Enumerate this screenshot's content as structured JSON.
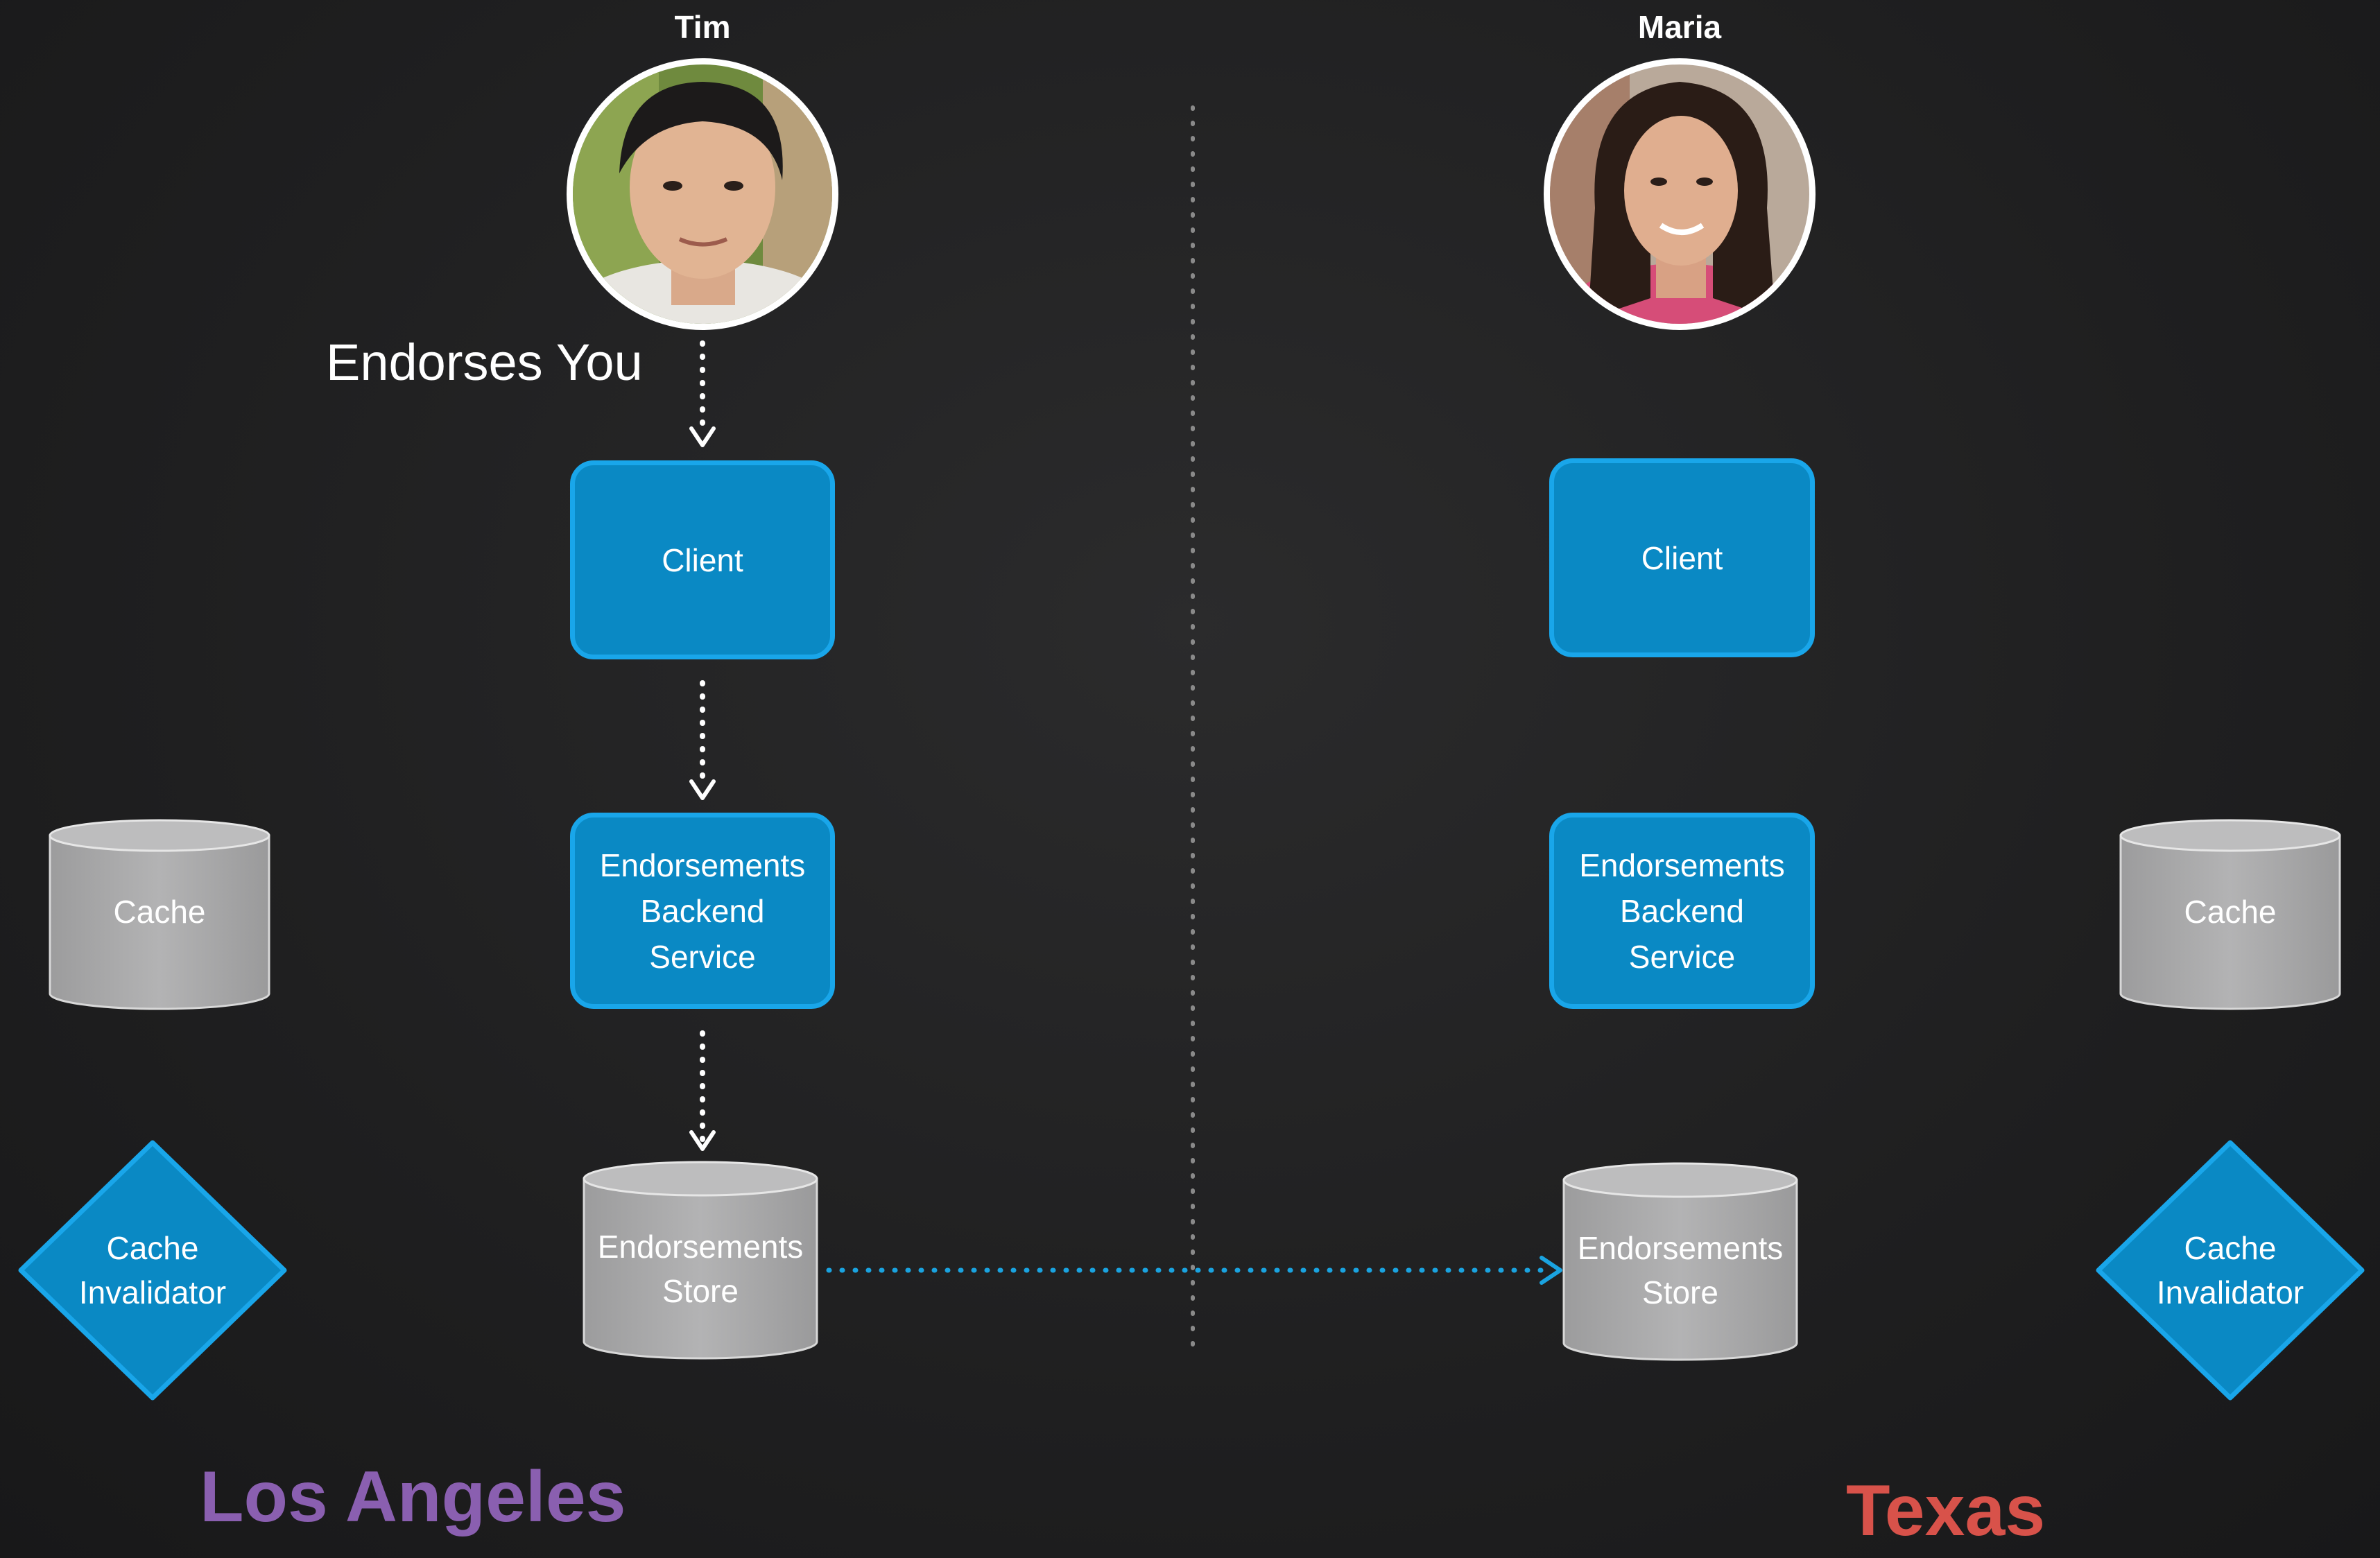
{
  "users": {
    "tim": {
      "name": "Tim"
    },
    "maria": {
      "name": "Maria"
    }
  },
  "action_label": "Endorses You",
  "left": {
    "client": "Client",
    "service": "Endorsements\nBackend\nService",
    "cache": "Cache",
    "invalidator": "Cache\nInvalidator",
    "store": "Endorsements\nStore"
  },
  "right": {
    "client": "Client",
    "service": "Endorsements\nBackend\nService",
    "cache": "Cache",
    "invalidator": "Cache\nInvalidator",
    "store": "Endorsements\nStore"
  },
  "regions": {
    "left": {
      "label": "Los Angeles",
      "color": "#8a5fb0"
    },
    "right": {
      "label": "Texas",
      "color": "#d8524a"
    }
  },
  "colors": {
    "box_fill": "#0a89c4",
    "box_border": "#19a6ea",
    "cylinder_fill": "#a9a9aa",
    "replication_arrow": "#1aa3e0",
    "divider": "#8a8a8a"
  }
}
